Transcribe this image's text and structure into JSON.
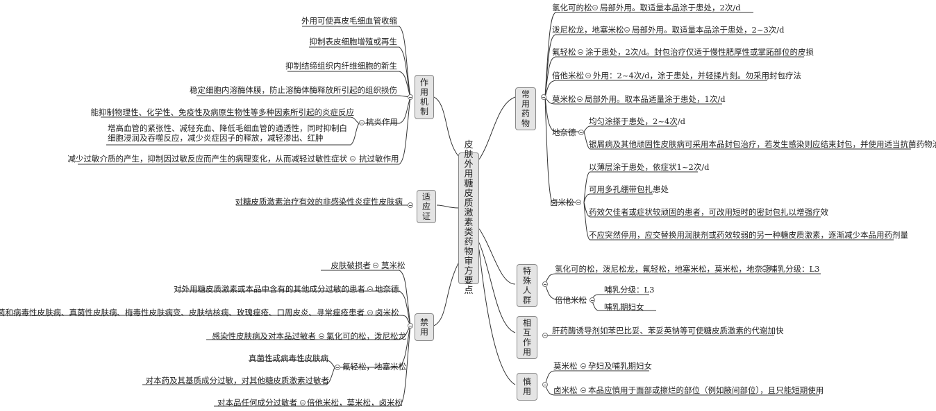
{
  "central": "皮肤外用糖皮质激素类药物审方要点",
  "left": {
    "mechanism": {
      "label": "作用机制",
      "items": [
        "外用可使真皮毛细血管收缩",
        "抑制表皮细胞增殖或再生",
        "抑制结缔组织内纤维细胞的新生",
        "稳定细胞内溶酶体膜，防止溶酶体酶释放所引起的组织损伤"
      ],
      "anti_inflammatory": {
        "label": "抗炎作用",
        "items": [
          "能抑制物理性、化学性、免疫性及病原生物性等多种因素所引起的炎症反应",
          "增高血管的紧张性、减轻充血、降低毛细血管的通透性，同时抑制白细胞浸润及吞噬反应，减少炎症因子的释放，减轻渗出、红肿"
        ]
      },
      "anti_allergy": {
        "label": "抗过敏作用",
        "text": "减少过敏介质的产生，抑制因过敏反应而产生的病理变化，从而减轻过敏性症状"
      }
    },
    "indication": {
      "label": "适应证",
      "text": "对糖皮质激素治疗有效的非感染性炎症性皮肤病"
    },
    "contraindication": {
      "label": "禁用",
      "items": [
        {
          "cond": "皮肤破损者",
          "drug": "莫米松"
        },
        {
          "cond": "对外用糖皮质激素或本品中含有的其他成分过敏的患者",
          "drug": "地奈德"
        },
        {
          "cond": "细菌和病毒性皮肤病、真菌性皮肤病、梅毒性皮肤病变、皮肤结核病、玫瑰痤疮、口周皮炎、寻常痤疮患者",
          "drug": "卤米松"
        },
        {
          "cond": "感染性皮肤病及对本品过敏者",
          "drug": "氯化可的松，泼尼松龙"
        }
      ],
      "group": {
        "label": "氟轻松，地塞米松",
        "items": [
          "真菌性或病毒性皮肤病",
          "对本药及其基质成分过敏，对其他糖皮质激素过敏者"
        ]
      },
      "last": {
        "cond": "对本品任何成分过敏者",
        "drug": "倍他米松，莫米松，卤米松"
      }
    }
  },
  "right": {
    "common": {
      "label": "常用药物",
      "items": [
        {
          "drug": "氢化可的松",
          "text": "局部外用。取适量本品涂于患处，2次/d"
        },
        {
          "drug": "泼尼松龙，地塞米松",
          "text": "局部外用。取适量本品涂于患处，2~3次/d"
        },
        {
          "drug": "氟轻松",
          "text": "涂于患处，2次/d。封包治疗仅适于慢性肥厚性或掌跖部位的皮损"
        },
        {
          "drug": "倍他米松",
          "text": "外用：2~4次/d，涂于患处，并轻揉片刻。勿采用封包疗法"
        },
        {
          "drug": "莫米松",
          "text": "局部外用。取本品适量涂于患处，1次/d"
        }
      ],
      "dinaide": {
        "label": "地奈德",
        "items": [
          "均匀涂搽于患处，2~4次/d",
          "银屑病及其他顽固性皮肤病可采用本品封包治疗，若发生感染则应结束封包，并使用适当抗菌药物治疗"
        ]
      },
      "lumisong": {
        "label": "卤米松",
        "items": [
          "以薄层涂于患处，依症状1~2次/d",
          "可用多孔绷带包扎患处",
          "药效欠佳者或症状较顽固的患者，可改用短时的密封包扎以增强疗效",
          "不应突然停用，应交替换用润肤剂或药效较弱的另一种糖皮质激素，逐渐减少本品用药剂量"
        ]
      }
    },
    "special": {
      "label": "特殊人群",
      "item": {
        "drug": "氢化可的松，泼尼松龙，氟轻松，地塞米松，莫米松，地奈德",
        "text": "哺乳分级：L3"
      },
      "beta": {
        "label": "倍他米松",
        "items": [
          "哺乳分级：L3",
          "哺乳期妇女"
        ]
      }
    },
    "interaction": {
      "label": "相互作用",
      "text": "肝药酶诱导剂如苯巴比妥、苯妥英钠等可使糖皮质激素的代谢加快"
    },
    "caution": {
      "label": "慎用",
      "items": [
        {
          "drug": "莫米松",
          "text": "孕妇及哺乳期妇女"
        },
        {
          "drug": "卤米松",
          "text": "本品应慎用于面部或擦烂的部位（例如腋间部位），且只能短期使用"
        }
      ]
    }
  }
}
